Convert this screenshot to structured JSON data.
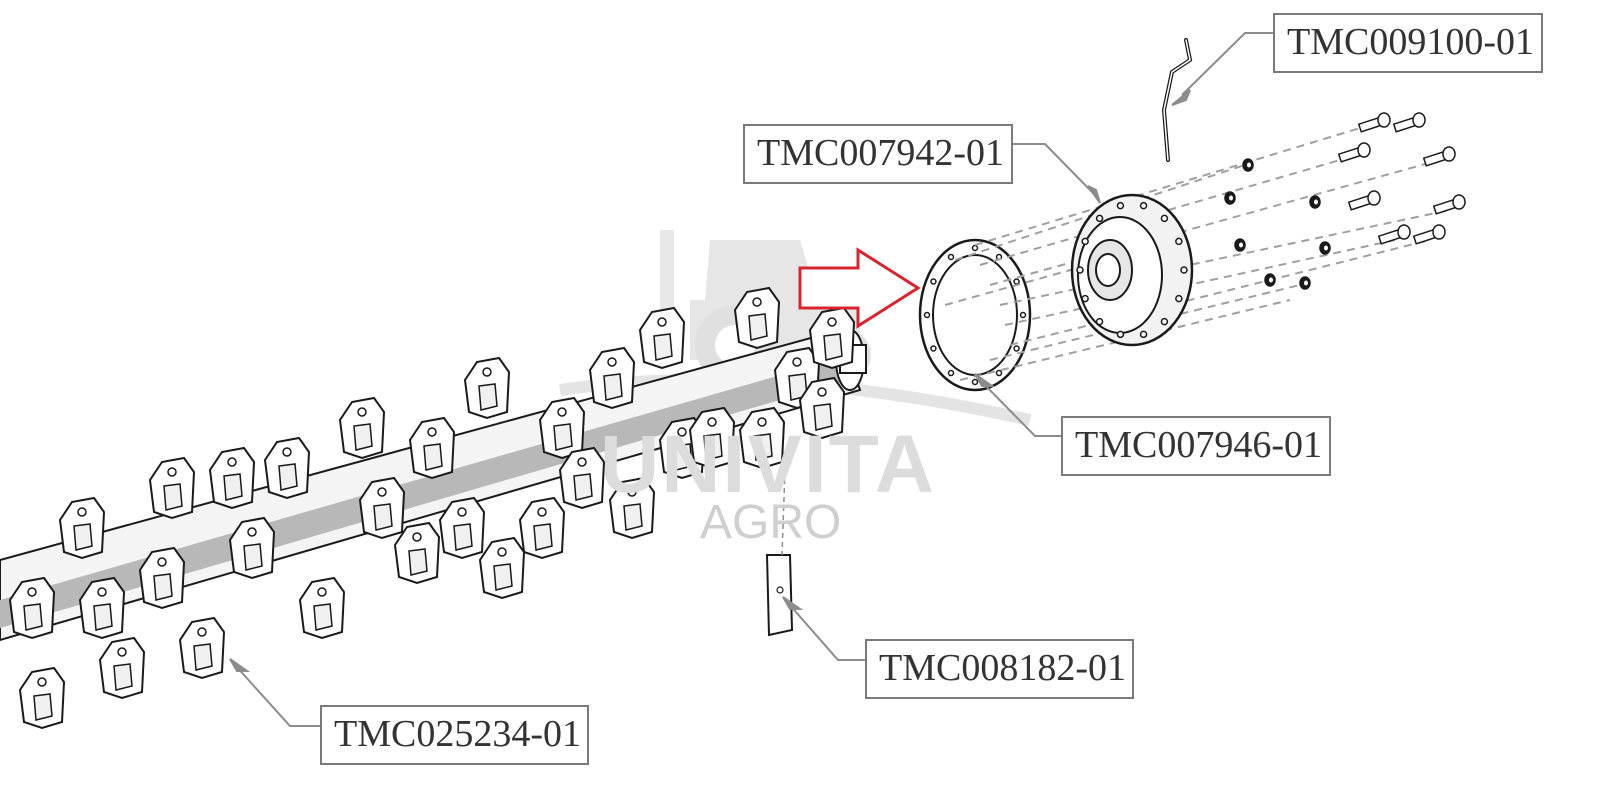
{
  "diagram": {
    "parts": [
      {
        "id": "tmc009100",
        "label": "TMC009100-01",
        "component": "hydraulic-pipe"
      },
      {
        "id": "tmc007942",
        "label": "TMC007942-01",
        "component": "hub-flange"
      },
      {
        "id": "tmc007946",
        "label": "TMC007946-01",
        "component": "gasket-ring"
      },
      {
        "id": "tmc008182",
        "label": "TMC008182-01",
        "component": "shim-plate"
      },
      {
        "id": "tmc025234",
        "label": "TMC025234-01",
        "component": "flail-hammer"
      }
    ],
    "watermark": {
      "line1": "UNIVITA",
      "line2": "AGRO"
    },
    "colors": {
      "line": "#1a1a1a",
      "leader": "#8c8c8c",
      "dash": "#a0a0a0",
      "box_border": "#7a7a7a",
      "shaft_band": "#b8b8b8",
      "arrow": "#d9232d",
      "watermark": "#dcdcdc"
    }
  }
}
